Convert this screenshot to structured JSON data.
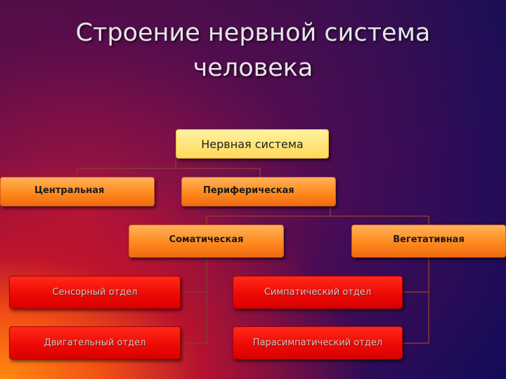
{
  "title": {
    "line1": "Строение нервной система",
    "line2": "человека"
  },
  "diagram": {
    "root": "Нервная система",
    "level1": [
      "Центральная",
      "Периферическая"
    ],
    "level2": [
      "Соматическая",
      "Вегетативная"
    ],
    "somatic_children": [
      "Сенсорный отдел",
      "Двигательный отдел"
    ],
    "vegetative_children": [
      "Симпатический отдел",
      "Парасимпатический отдел"
    ]
  },
  "colors": {
    "root_fill": "#ffd95a",
    "level_fill": "#ff8a1e",
    "leaf_fill": "#ee0a05",
    "connector": "#8a3a30"
  }
}
